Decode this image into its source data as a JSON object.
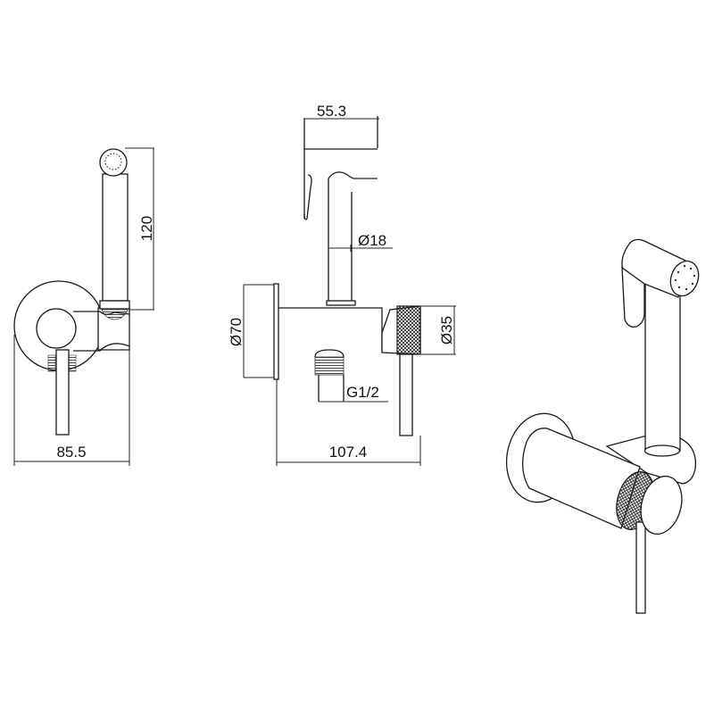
{
  "drawing": {
    "title": "Hygienic shower mixer - dimension drawing",
    "side_view": {
      "height_dim": "120",
      "width_dim": "85.5"
    },
    "front_view": {
      "handset_depth_dim": "55.3",
      "hose_diameter_dim": "Ø18",
      "plate_diameter_dim": "Ø70",
      "handle_diameter_dim": "Ø35",
      "connection_dim": "G1/2",
      "depth_dim": "107.4"
    },
    "colors": {
      "line": "#1a1a1a",
      "background": "#ffffff"
    }
  }
}
